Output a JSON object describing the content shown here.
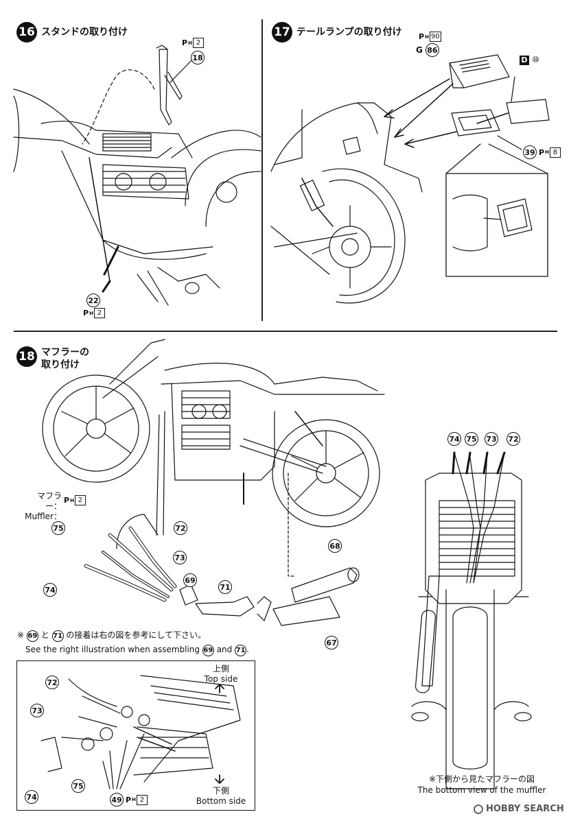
{
  "step16": {
    "num": "16",
    "title": "スタンドの取り付け",
    "parts": {
      "p18": "18",
      "p22": "22"
    },
    "ph1": {
      "letter": "P",
      "sub": "H",
      "num": "2"
    },
    "ph2": {
      "letter": "P",
      "sub": "H",
      "num": "2"
    }
  },
  "step17": {
    "num": "17",
    "title": "テールランプの取り付け",
    "ph90": {
      "letter": "P",
      "sub": "H",
      "num": "90"
    },
    "g86": {
      "prefix": "G",
      "num": "86"
    },
    "d10": {
      "letter": "D",
      "num": "⑩"
    },
    "p39": {
      "num": "39",
      "letter": "P",
      "sub": "H",
      "box": "8"
    }
  },
  "step18": {
    "num": "18",
    "title_line1": "マフラーの",
    "title_line2": "取り付け",
    "muffler_jp": "マフラー：",
    "muffler_en": "Muffler：",
    "ph": {
      "letter": "P",
      "sub": "H",
      "num": "2"
    },
    "parts": {
      "p75": "75",
      "p72": "72",
      "p73": "73",
      "p74": "74",
      "p69": "69",
      "p71": "71",
      "p68": "68",
      "p67": "67"
    },
    "note_jp_prefix": "※",
    "note_jp_a": "69",
    "note_jp_mid": "と",
    "note_jp_b": "71",
    "note_jp_rest": "の接着は右の図を参考にして下さい。",
    "note_en_pre": "See the right illustration when assembling",
    "note_en_a": "69",
    "note_en_and": "and",
    "note_en_b": "71",
    "note_en_end": "."
  },
  "detail": {
    "parts": {
      "p72": "72",
      "p73": "73",
      "p74": "74",
      "p75": "75",
      "p49": "49"
    },
    "ph": {
      "letter": "P",
      "sub": "H",
      "num": "2"
    },
    "top_jp": "上側",
    "top_en": "Top side",
    "bottom_jp": "下側",
    "bottom_en": "Bottom side"
  },
  "bottom_view": {
    "parts": {
      "p74": "74",
      "p75": "75",
      "p73": "73",
      "p72": "72"
    },
    "caption_jp": "※下側から見たマフラーの図",
    "caption_en": "The bottom view of the muffler"
  },
  "watermark": {
    "text": "HOBBY SEARCH"
  }
}
